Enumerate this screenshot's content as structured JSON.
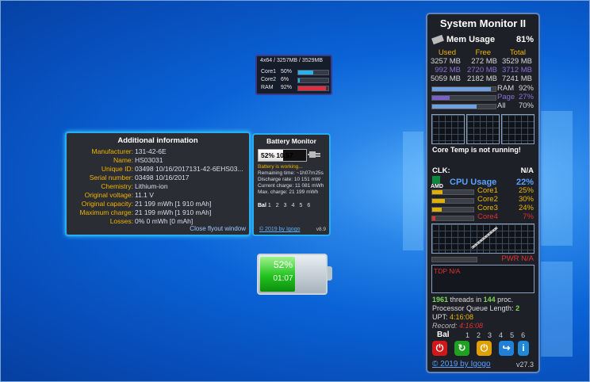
{
  "mini": {
    "title": "4x64 / 3257MB / 3529MB",
    "rows": [
      {
        "label": "Core1",
        "pct": "50%",
        "fill": 0.5,
        "color": "#2ab3e8"
      },
      {
        "label": "Core2",
        "pct": "6%",
        "fill": 0.06,
        "color": "#2ab3e8"
      },
      {
        "label": "RAM",
        "pct": "92%",
        "fill": 0.92,
        "color": "#e03040"
      }
    ]
  },
  "info": {
    "title": "Additional information",
    "rows": [
      {
        "key": "Manufacturer:",
        "value": "131-42-6E"
      },
      {
        "key": "Name:",
        "value": "HS03031"
      },
      {
        "key": "Unique ID:",
        "value": "03498 10/16/2017131-42-6EHS03..."
      },
      {
        "key": "Serial number:",
        "value": "03498 10/16/2017"
      },
      {
        "key": "Chemistry:",
        "value": "Lithium-ion"
      },
      {
        "key": "Original voltage:",
        "value": "11.1 V"
      },
      {
        "key": "Original capacity:",
        "value": "21 199 mWh [1 910 mAh]"
      },
      {
        "key": "Maximum charge:",
        "value": "21 199 mWh [1 910 mAh]"
      },
      {
        "key": "Losses:",
        "value": "0% 0 mWh [0 mAh]"
      }
    ],
    "close_label": "Close flyout window"
  },
  "battery": {
    "title": "Battery Monitor",
    "gauge_text": "52% 10.57",
    "gauge_fill": 0.52,
    "status": "Battery is working...",
    "lines": [
      "Remaining time: ~1h07m25s",
      "Discharge rate: 10 151 mW",
      "Current charge: 11 081 mWh",
      "Max. charge: 21 199 mWh"
    ],
    "nums_label": "Bal",
    "nums": [
      "1",
      "2",
      "3",
      "4",
      "5",
      "6"
    ],
    "copyright": "© 2019 by Igogo",
    "version": "v8.9"
  },
  "bigbattery": {
    "percent": "52%",
    "time": "01:07",
    "level": 0.52
  },
  "sm": {
    "title": "System Monitor II",
    "mem_title": "Mem Usage",
    "mem_pct": "81%",
    "mem_headers": [
      "Used",
      "Free",
      "Total"
    ],
    "mem_rows": [
      {
        "values": [
          "3257 MB",
          "272 MB",
          "3529 MB"
        ],
        "color": "#d8d8d8"
      },
      {
        "values": [
          "992 MB",
          "2720 MB",
          "3712 MB"
        ],
        "color": "#8a6fd8"
      },
      {
        "values": [
          "5059 MB",
          "2182 MB",
          "7241 MB"
        ],
        "color": "#d8d8d8"
      }
    ],
    "mem_bars": [
      {
        "label": "RAM",
        "pct": "92%",
        "fill": 0.92,
        "color": "#6fa0e0",
        "text_color": "#d8d8d8"
      },
      {
        "label": "Page",
        "pct": "27%",
        "fill": 0.27,
        "color": "#7a5fc8",
        "text_color": "#8a6fd8"
      },
      {
        "label": "All",
        "pct": "70%",
        "fill": 0.7,
        "color": "#6fa0e0",
        "text_color": "#d8d8d8"
      }
    ],
    "core_temp": "Core Temp is not running!",
    "clk_label": "CLK:",
    "clk_value": "N/A",
    "amd_label": "AMD",
    "cpu_title": "CPU Usage",
    "cpu_pct": "22%",
    "cores": [
      {
        "label": "Core1",
        "pct": "25%",
        "fill": 0.25,
        "color": "#e0b000"
      },
      {
        "label": "Core2",
        "pct": "30%",
        "fill": 0.3,
        "color": "#e0b000"
      },
      {
        "label": "Core3",
        "pct": "24%",
        "fill": 0.24,
        "color": "#e0b000"
      },
      {
        "label": "Core4",
        "pct": "7%",
        "fill": 0.07,
        "color": "#e03030"
      }
    ],
    "pwr_label": "PWR N/A",
    "tdp_label": "TDP N/A",
    "threads_num": "1961",
    "threads_mid": "threads in",
    "proc_num": "144",
    "proc_label": "proc.",
    "queue_label": "Processor Queue Length:",
    "queue_value": "2",
    "upt_label": "UPT:",
    "upt_value": "4:16:08",
    "record_label": "Record:",
    "record_value": "4:16:08",
    "bal_label": "Bal",
    "bal_nums": [
      "1",
      "2",
      "3",
      "4",
      "5",
      "6"
    ],
    "copyright": "© 2019 by Igogo",
    "version": "v27.3",
    "buttons": [
      {
        "name": "power-icon",
        "glyph": "⏻",
        "color": "#d01818"
      },
      {
        "name": "restart-icon",
        "glyph": "↻",
        "color": "#20a020"
      },
      {
        "name": "sleep-icon",
        "glyph": "⏻",
        "color": "#e0a000"
      },
      {
        "name": "logoff-icon",
        "glyph": "↪",
        "color": "#2080d8"
      },
      {
        "name": "info-icon",
        "glyph": "i",
        "color": "#2088d8"
      }
    ]
  }
}
